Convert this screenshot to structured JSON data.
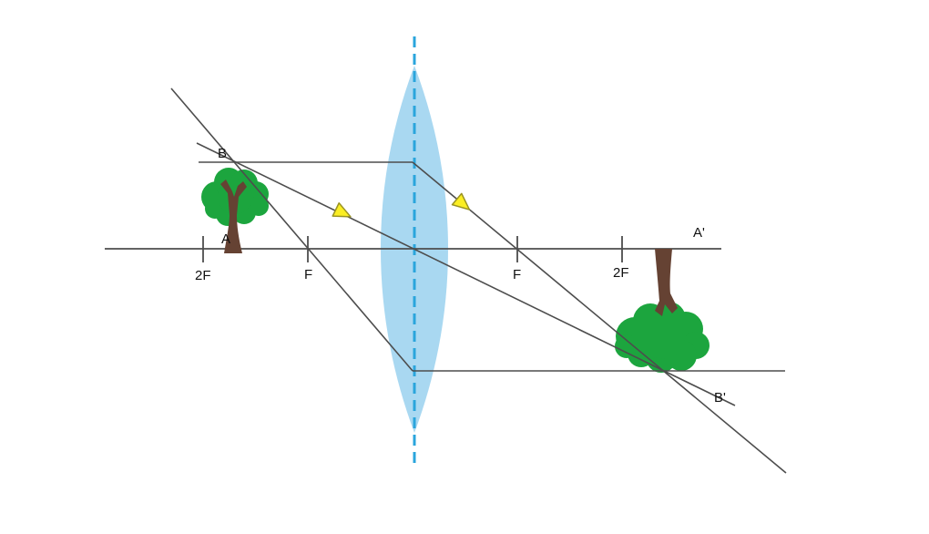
{
  "figure": {
    "labels": {
      "object_top": "B",
      "object_base": "A",
      "image_base": "A'",
      "image_top": "B'",
      "left_2f": "2F",
      "left_f": "F",
      "right_f": "F",
      "right_2f": "2F"
    },
    "colors": {
      "lens_fill": "#A9D8F1",
      "lens_dash": "#2AA5DC",
      "ray": "#4D4D4D",
      "axis": "#4D4D4D",
      "arrow_fill": "#FBEE23",
      "arrow_stroke": "#9B9423",
      "crown_green": "#1CA53E",
      "trunk_brown": "#654233",
      "label_color": "#111111"
    },
    "icons": {
      "direction_arrow": "triangle-along-ray"
    }
  }
}
